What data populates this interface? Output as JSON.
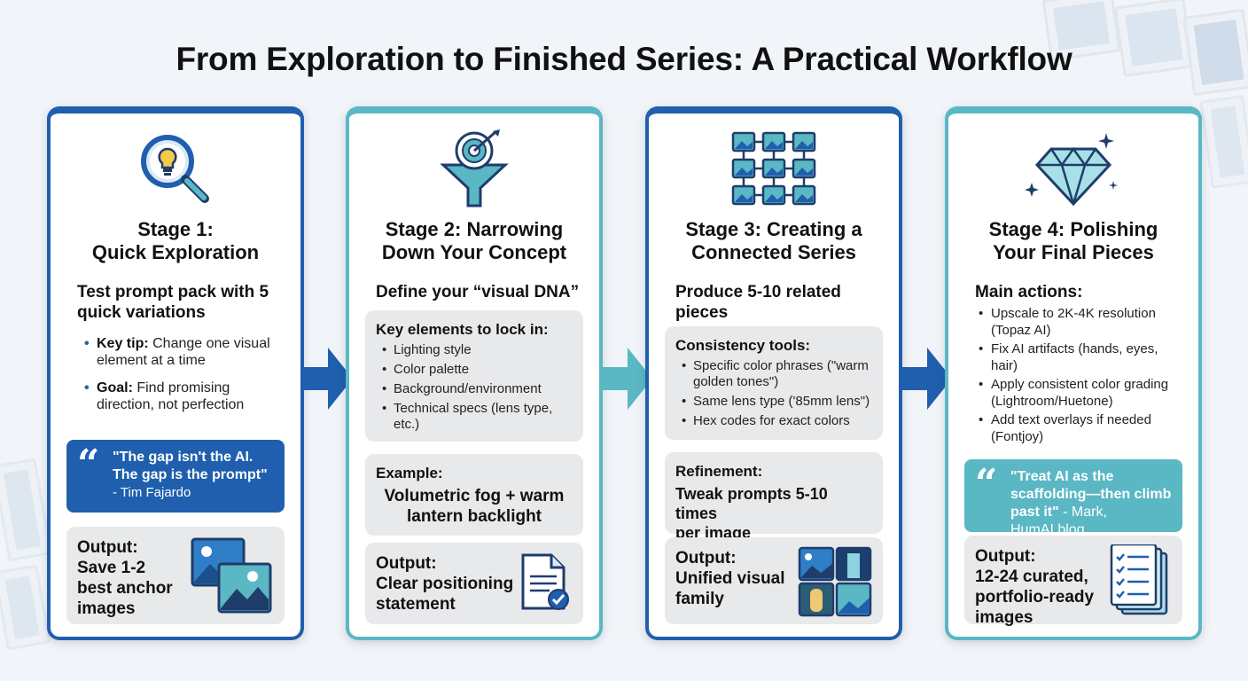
{
  "title": "From Exploration to Finished Series: A Practical Workflow",
  "colors": {
    "blue": "#1f5fae",
    "teal": "#5ab7c4",
    "panel": "#e8e9eb"
  },
  "stages": [
    {
      "heading": [
        "Stage 1:",
        "Quick Exploration"
      ],
      "icon": "lightbulb-magnifier-icon",
      "lead": "Test prompt pack with 5 quick variations",
      "bullets": [
        {
          "label": "Key tip:",
          "text": " Change one visual element at a time"
        },
        {
          "label": "Goal:",
          "text": " Find promising direction, not perfection"
        }
      ],
      "quote": {
        "text": "\"The gap isn't the AI. The gap is the prompt\"",
        "attribution": "- Tim Fajardo"
      },
      "output": {
        "label": "Output:",
        "lines": [
          "Save 1-2",
          "best anchor",
          "images"
        ],
        "icon": "stacked-images-icon"
      }
    },
    {
      "heading": [
        "Stage 2: Narrowing",
        "Down Your Concept"
      ],
      "icon": "funnel-target-icon",
      "lead": "Define your “visual DNA”",
      "panel_title": "Key elements to lock in:",
      "panel_items": [
        "Lighting style",
        "Color palette",
        "Background/environment",
        "Technical specs (lens type, etc.)"
      ],
      "example_label": "Example:",
      "example_lines": [
        "Volumetric fog + warm",
        "lantern backlight"
      ],
      "output": {
        "label": "Output:",
        "lines": [
          "Clear positioning",
          "statement"
        ],
        "icon": "document-check-icon"
      }
    },
    {
      "heading": [
        "Stage 3: Creating a",
        "Connected Series"
      ],
      "icon": "image-grid-icon",
      "lead": "Produce 5-10 related pieces",
      "panel_title": "Consistency tools:",
      "panel_items": [
        "Specific color phrases (\"warm golden tones\")",
        "Same lens type ('85mm lens\")",
        "Hex codes for exact colors"
      ],
      "refine_label": "Refinement:",
      "refine_lines": [
        "Tweak prompts 5-10 times",
        "per image"
      ],
      "output": {
        "label": "Output:",
        "lines": [
          "Unified visual",
          "family"
        ],
        "icon": "four-images-icon"
      }
    },
    {
      "heading": [
        "Stage 4: Polishing",
        "Your Final Pieces"
      ],
      "icon": "diamond-sparkle-icon",
      "lead": "Main actions:",
      "actions": [
        "Upscale to 2K-4K resolution (Topaz AI)",
        "Fix AI artifacts (hands, eyes, hair)",
        "Apply consistent color grading (Lightroom/Huetone)",
        "Add text overlays if needed (Fontjoy)"
      ],
      "quote": {
        "text": "\"Treat AI as the scaffolding—then climb past it\"",
        "attribution": " - Mark, HumAI.blog"
      },
      "output": {
        "label": "Output:",
        "lines": [
          "12-24 curated,",
          "portfolio-ready",
          "images"
        ],
        "icon": "checklist-docs-icon"
      }
    }
  ]
}
